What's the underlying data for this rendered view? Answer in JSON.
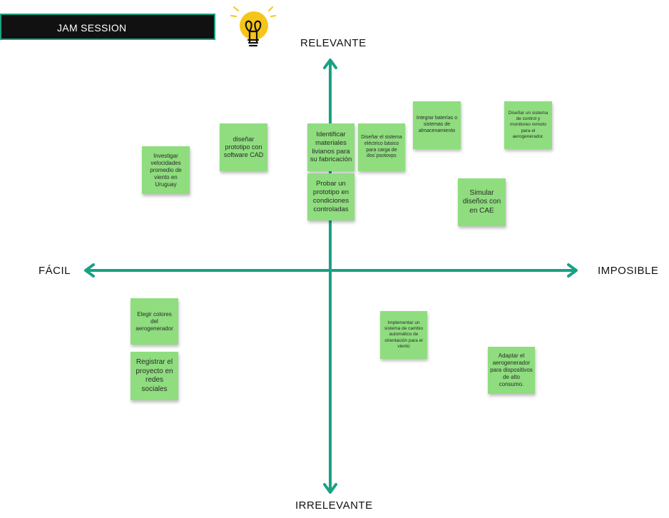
{
  "header": {
    "title": "JAM SESSION"
  },
  "icons": {
    "bulb": "lightbulb-icon"
  },
  "colors": {
    "axis": "#18a283",
    "note": "#8fdd7f",
    "header_bg": "#111111",
    "bulb": "#f5c518"
  },
  "axes": {
    "top": "RELEVANTE",
    "bottom": "IRRELEVANTE",
    "left": "FÁCIL",
    "right": "IMPOSIBLE"
  },
  "notes": [
    {
      "id": "investigar",
      "text": "Investigar velocidades promedio de viento en Uruguay"
    },
    {
      "id": "disenar-cad",
      "text": "diseñar prototipo con software CAD"
    },
    {
      "id": "identificar",
      "text": "Identificar materiales livianos para su fabricación"
    },
    {
      "id": "disenar-electrico",
      "text": "Diseñar el sistema eléctrico básico para carga de dos`psotovps"
    },
    {
      "id": "integrar",
      "text": "Integrar baterías o sistemas de almacenamiento"
    },
    {
      "id": "control",
      "text": "Diseñar un sistema de control y monitoreo remoto para el aerogenerador."
    },
    {
      "id": "probar",
      "text": "Probar un prototipo  en condiciones controladas"
    },
    {
      "id": "simular",
      "text": "Simular diseños con en CAE"
    },
    {
      "id": "colores",
      "text": "Elegir colores del aerogenerador"
    },
    {
      "id": "redes",
      "text": "Registrar el proyecto en redes sociales"
    },
    {
      "id": "orientacion",
      "text": "Implementar un sistema de cambio automático de orientación para el viento"
    },
    {
      "id": "adaptar",
      "text": "Adaptar el aerogenerador para dispositivos de alto consumo."
    }
  ]
}
